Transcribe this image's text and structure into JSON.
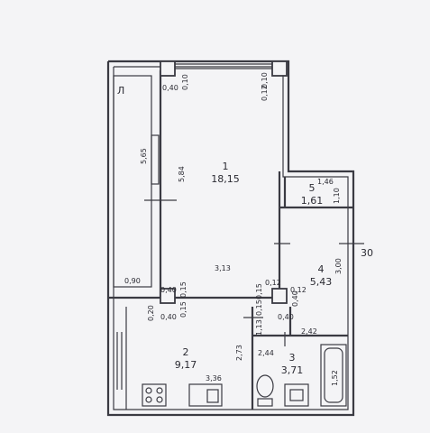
{
  "plan": {
    "rooms": [
      {
        "number": "1",
        "area": "18,15"
      },
      {
        "number": "2",
        "area": "9,17"
      },
      {
        "number": "3",
        "area": "3,71"
      },
      {
        "number": "4",
        "area": "5,43"
      },
      {
        "number": "5",
        "area": "1,61"
      }
    ],
    "balcony_label": "Л",
    "wall_label": "30",
    "dims": {
      "d040_top": "0,40",
      "d010_top": "0,10",
      "d010_top_right": "0,10",
      "d012_top_right": "0,12",
      "d565": "5,65",
      "d584": "5,84",
      "d146": "1,46",
      "d110": "1,10",
      "d313": "3,13",
      "d090": "0,90",
      "d040_mid": "0,40",
      "d015_mid": "0,15",
      "d015_right": "0,15",
      "d012_mid": "0,12",
      "d012_mid2": "0,12",
      "d040_right": "0,40",
      "d300": "3,00",
      "d020": "0,20",
      "d040_low": "0,40",
      "d015_low": "0,15",
      "d015_low2": "0,15",
      "d040_low2": "0,40",
      "d113": "1,13",
      "d242": "2,42",
      "d273": "2,73",
      "d244": "2,44",
      "d336": "3,36",
      "d152": "1,52"
    }
  }
}
